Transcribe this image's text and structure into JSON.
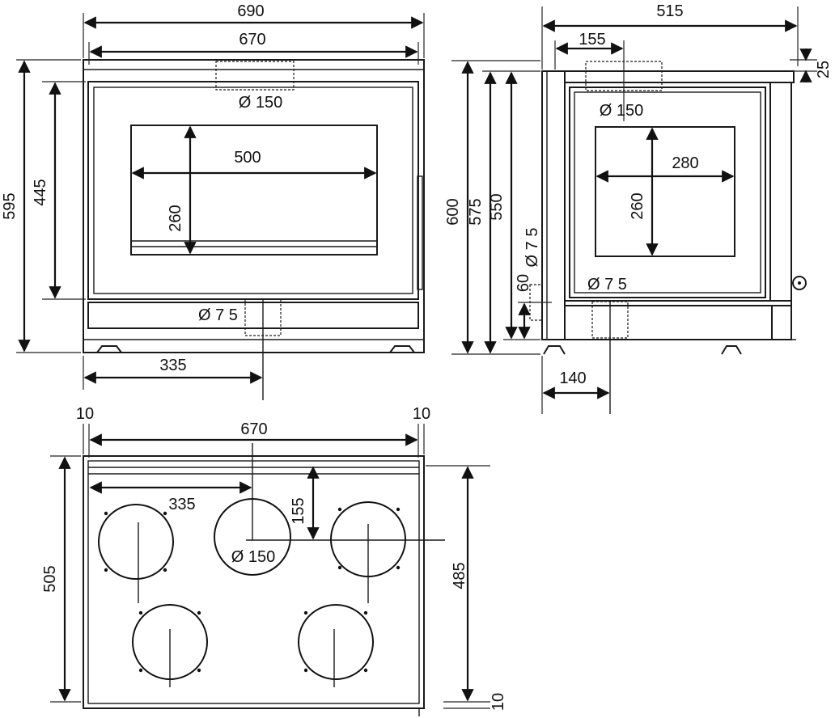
{
  "front_view": {
    "width_overall": "690",
    "width_inner": "670",
    "height_overall": "595",
    "height_opening": "445",
    "flue_diameter": "Ø 150",
    "window_width": "500",
    "window_height": "260",
    "air_inlet": "Ø 7 5",
    "inlet_offset": "335"
  },
  "side_view": {
    "depth_overall": "515",
    "flue_offset": "155",
    "top_step": "25",
    "flue_diameter": "Ø 150",
    "window_width": "280",
    "window_height": "260",
    "height_600": "600",
    "height_575": "575",
    "height_550": "550",
    "air_inlet_rear": "Ø 7 5",
    "inlet_height": "60",
    "air_inlet_bottom": "Ø 7 5",
    "inlet_offset": "140"
  },
  "top_view": {
    "margin_left": "10",
    "margin_right": "10",
    "width_inner": "670",
    "center_offset": "335",
    "flue_depth": "155",
    "flue_diameter": "Ø 150",
    "depth_overall": "505",
    "depth_inner": "485",
    "bottom_margin": "10"
  }
}
